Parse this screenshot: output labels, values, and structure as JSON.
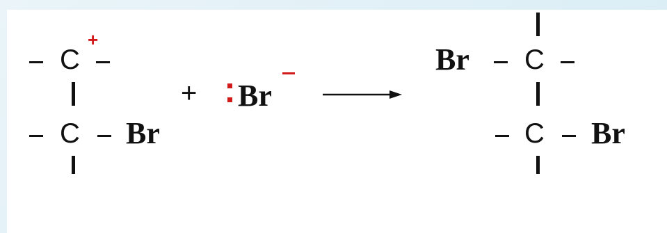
{
  "reactant1": {
    "carbon_top": "C",
    "carbon_bottom": "C",
    "bromine": "Br",
    "charge": "+"
  },
  "plus": "+",
  "reactant2": {
    "bromide": "Br",
    "charge": "−"
  },
  "product": {
    "carbon_top": "C",
    "carbon_bottom": "C",
    "bromine_left": "Br",
    "bromine_right": "Br"
  },
  "colors": {
    "charge": "#d21a1a",
    "bond": "#111111",
    "background": "#ffffff"
  }
}
